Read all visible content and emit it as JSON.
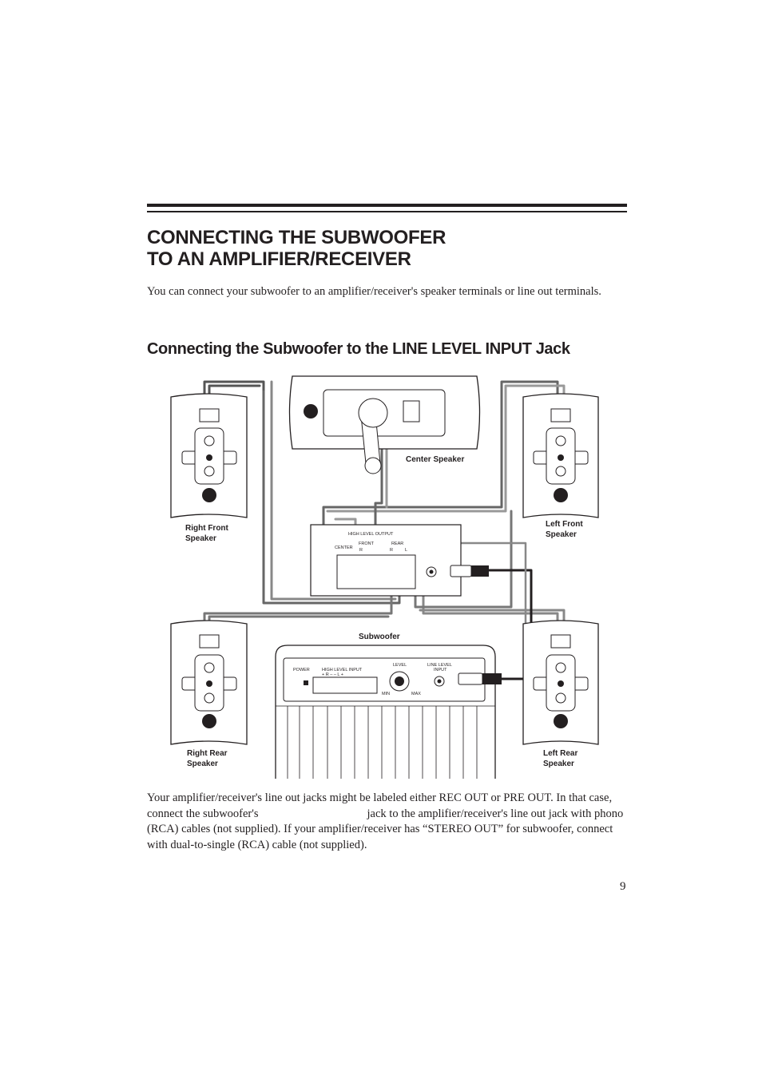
{
  "heading": {
    "line1": "CONNECTING THE SUBWOOFER",
    "line2": "TO AN AMPLIFIER/RECEIVER"
  },
  "intro": "You can connect your subwoofer to an amplifier/receiver's speaker terminals or line out terminals.",
  "subheading": "Connecting the Subwoofer to the LINE LEVEL INPUT Jack",
  "diagram": {
    "center_speaker": "Center Speaker",
    "right_front": [
      "Right  Front",
      "Speaker"
    ],
    "left_front": [
      "Left Front",
      "Speaker"
    ],
    "right_rear": [
      "Right Rear",
      "Speaker"
    ],
    "left_rear": [
      "Left Rear",
      "Speaker"
    ],
    "subwoofer": "Subwoofer",
    "receiver_panel": {
      "high_level_output": "HIGH LEVEL OUTPUT",
      "center": "CENTER",
      "front": "FRONT",
      "rear": "REAR",
      "r1": "R",
      "r2": "R",
      "l": "L"
    },
    "sub_panel": {
      "power": "POWER",
      "high_level_input": "HIGH LEVEL INPUT",
      "polarity": "+ R –       – L +",
      "level": "LEVEL",
      "line_level_input_1": "LINE LEVEL",
      "line_level_input_2": "INPUT",
      "min": "MIN",
      "max": "MAX"
    }
  },
  "body": {
    "part1": "Your amplifier/receiver's line out jacks might be labeled either REC OUT or PRE OUT. In that case, connect the subwoofer's",
    "part2": "jack to the amplifier/receiver's line out jack with phono (RCA) cables (not supplied). If your amplifier/receiver has “STEREO OUT” for subwoofer, connect with dual-to-single (RCA) cable (not supplied)."
  },
  "page_number": "9"
}
